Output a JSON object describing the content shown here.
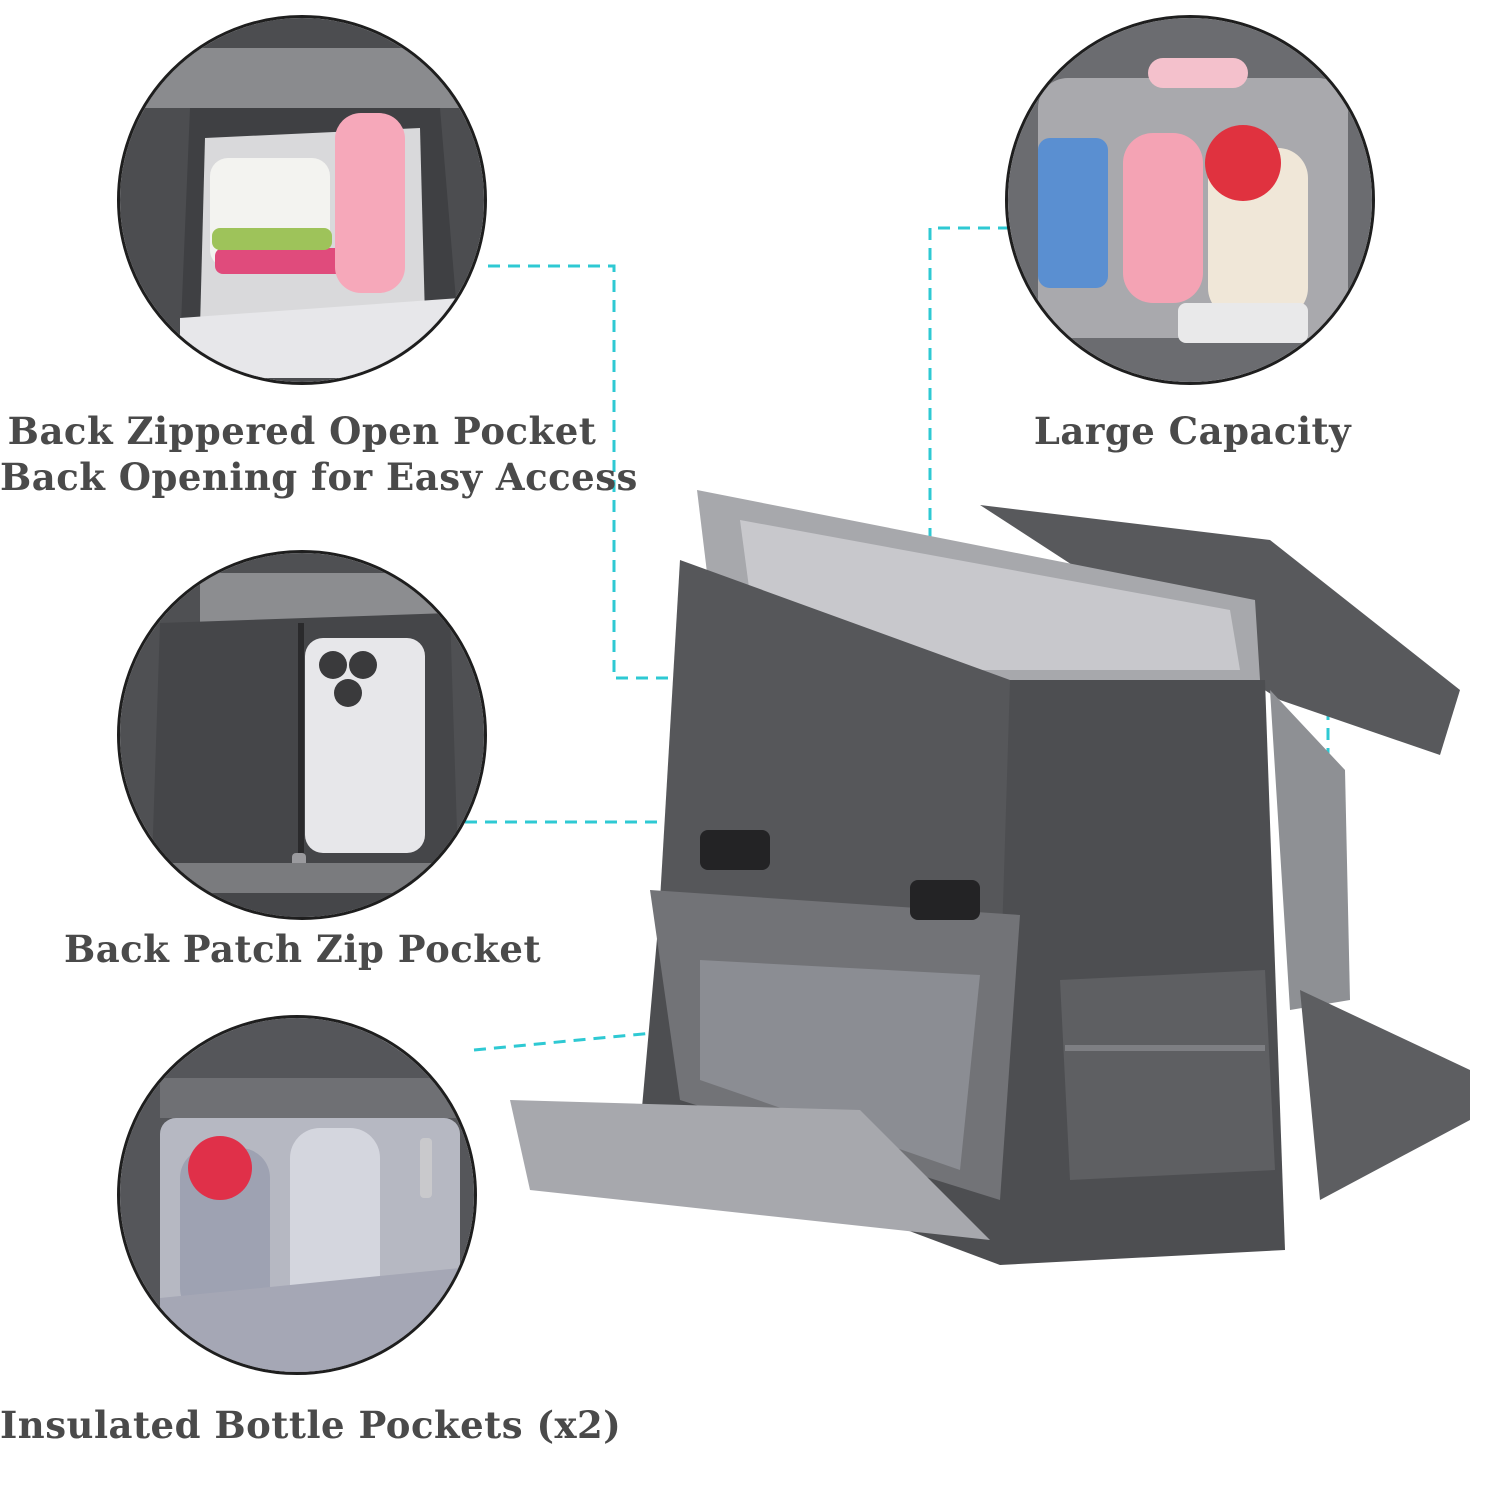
{
  "colors": {
    "accent": "#2ec9d3",
    "text": "#4a4a4a",
    "bag": "#5b5c5e",
    "lining": "#b9b9bc"
  },
  "features": [
    {
      "lines": [
        "Back Zippered Open Pocket",
        "Back Opening for Easy Access"
      ]
    },
    {
      "lines": [
        "Large Capacity"
      ]
    },
    {
      "lines": [
        "Back Patch Zip Pocket"
      ]
    },
    {
      "lines": [
        "Insulated Bottle Pockets (x2)"
      ]
    }
  ]
}
